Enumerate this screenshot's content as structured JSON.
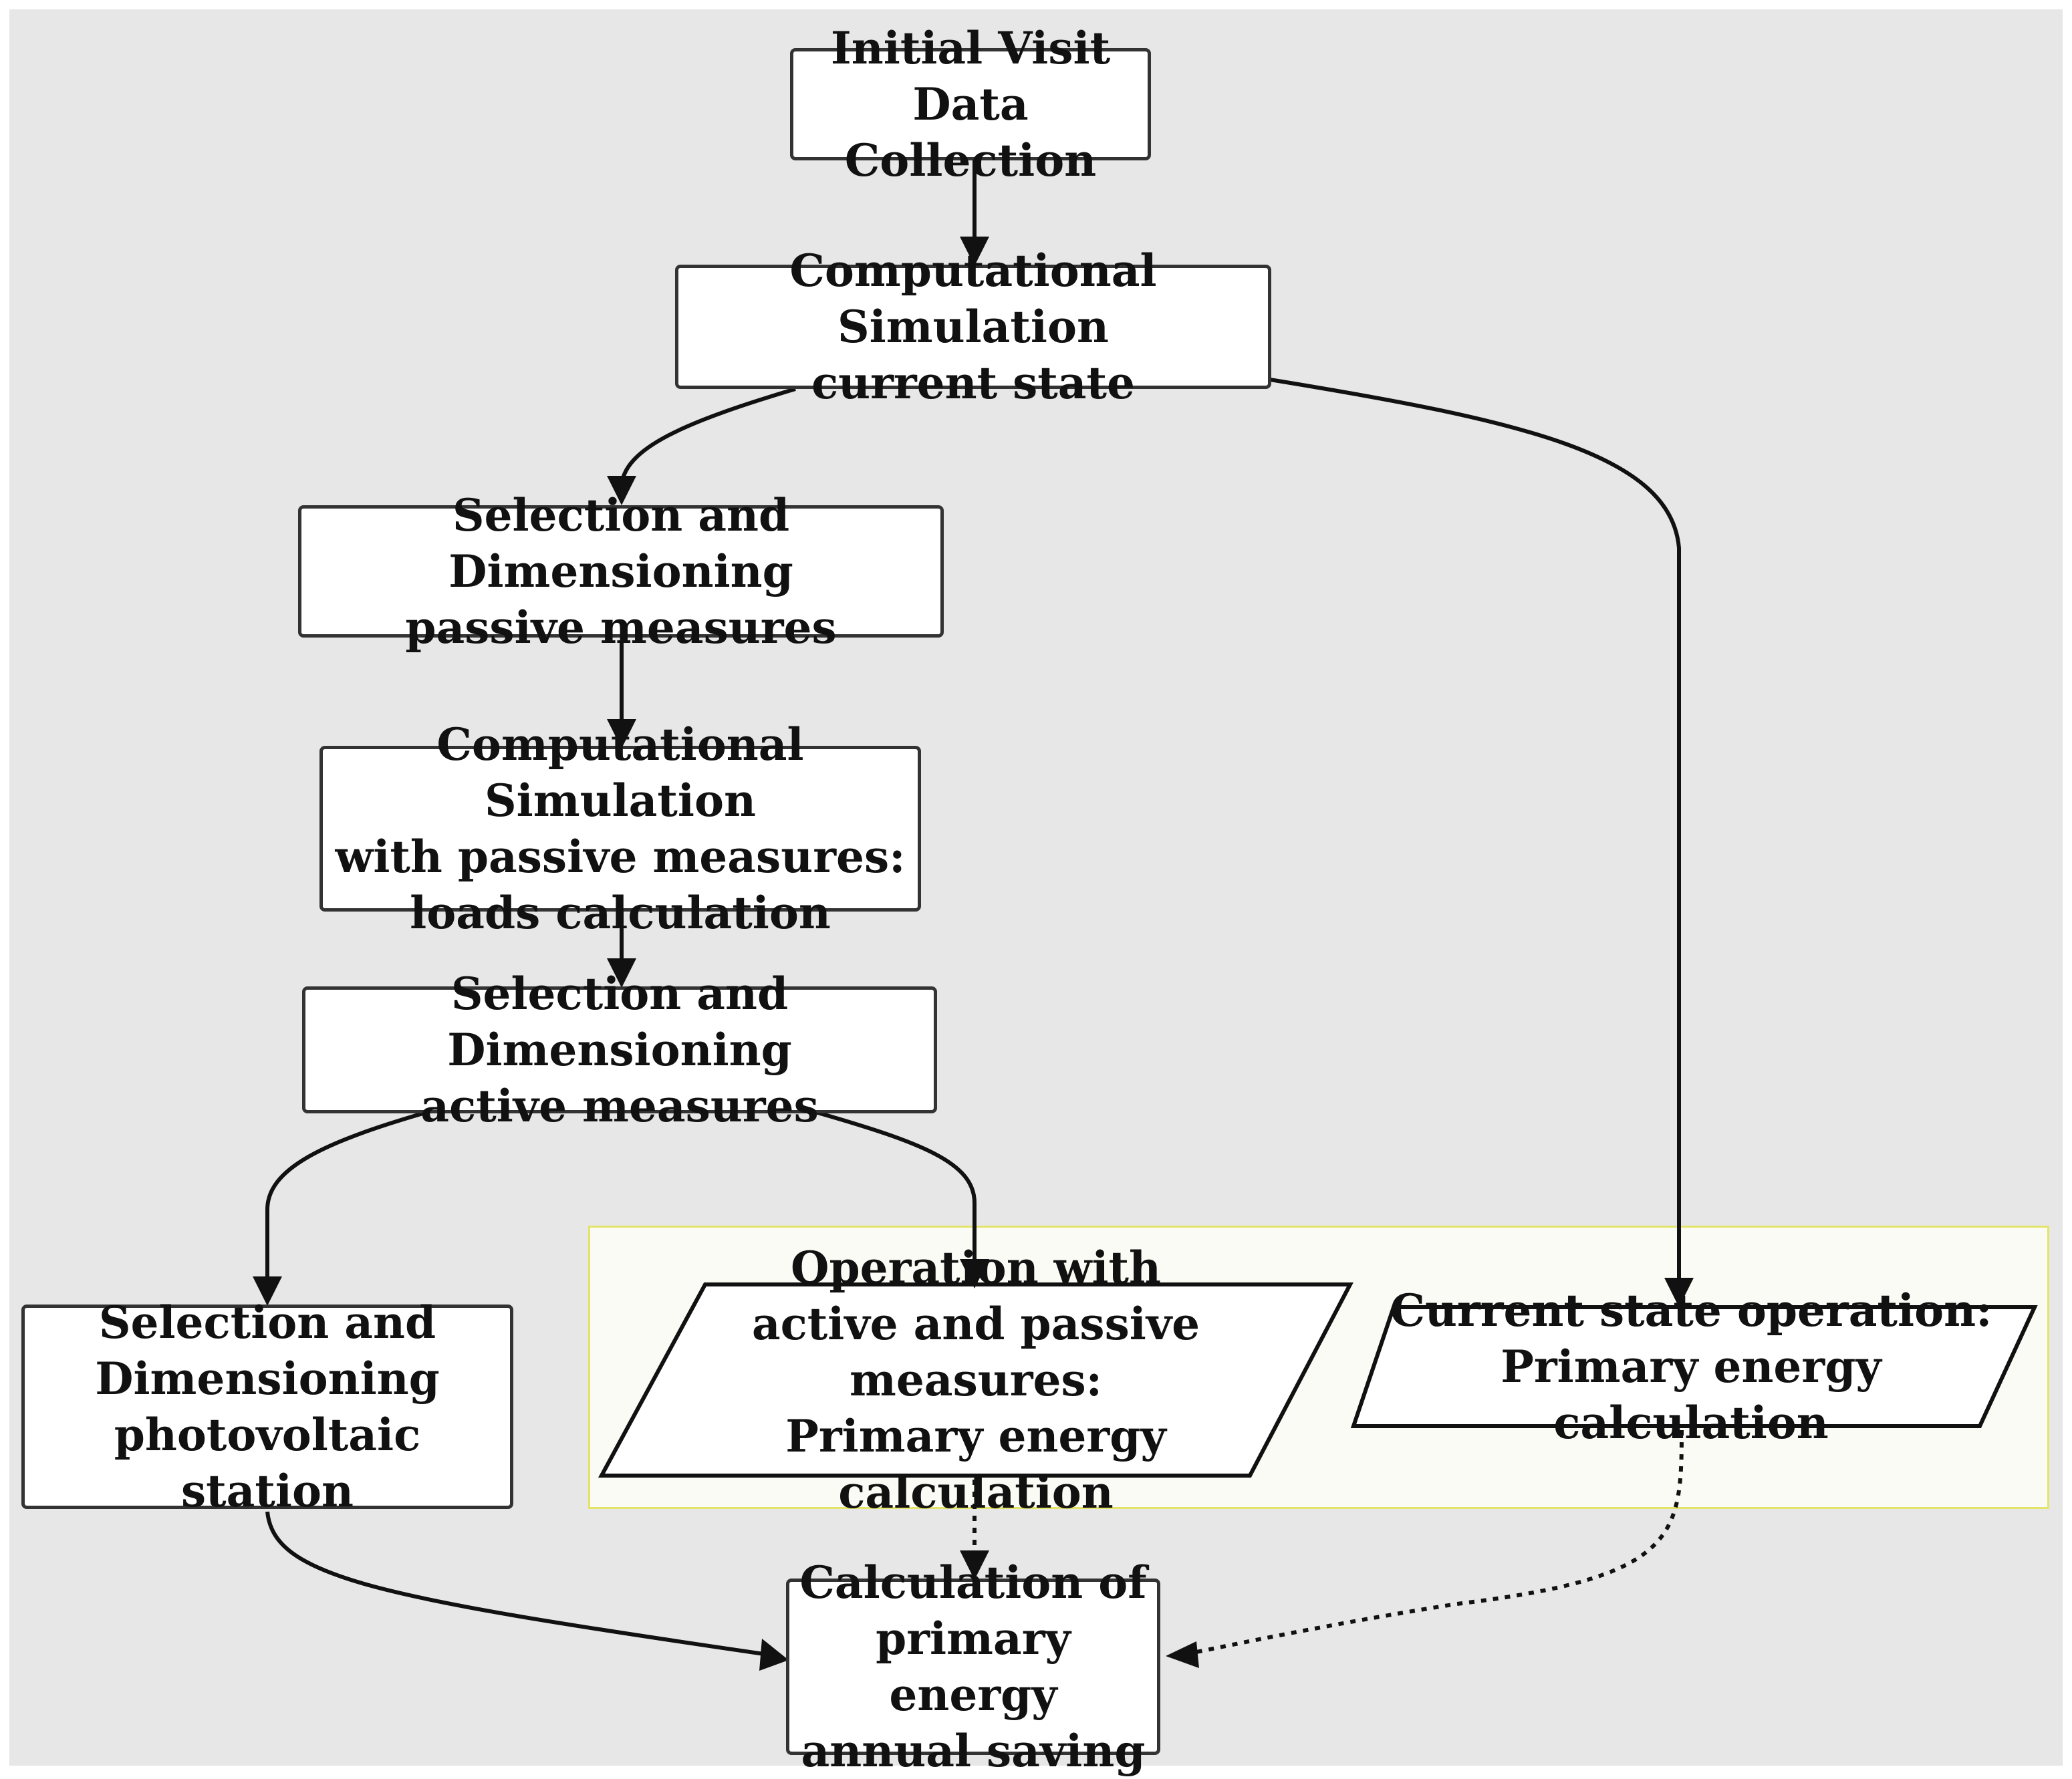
{
  "nodes": {
    "initial_visit": "Initial Visit\nData Collection",
    "sim_current": "Computational Simulation\ncurrent state",
    "passive_selection": "Selection and Dimensioning\npassive measures",
    "sim_passive": "Computational Simulation\nwith passive measures:\nloads calculation",
    "active_selection": "Selection and Dimensioning\nactive measures",
    "pv_selection": "Selection and\nDimensioning\nphotovoltaic station",
    "operation_active_passive": "Operation with\nactive and passive measures:\nPrimary energy calculation",
    "current_state_operation": "Current state operation:\nPrimary energy calculation",
    "annual_saving": "Calculation of\nprimary energy\nannual saving"
  },
  "colors": {
    "background": "#e6e7e6",
    "highlight_fill": "#fbfbf5",
    "highlight_border": "#e4e46a",
    "stroke": "#111111"
  }
}
